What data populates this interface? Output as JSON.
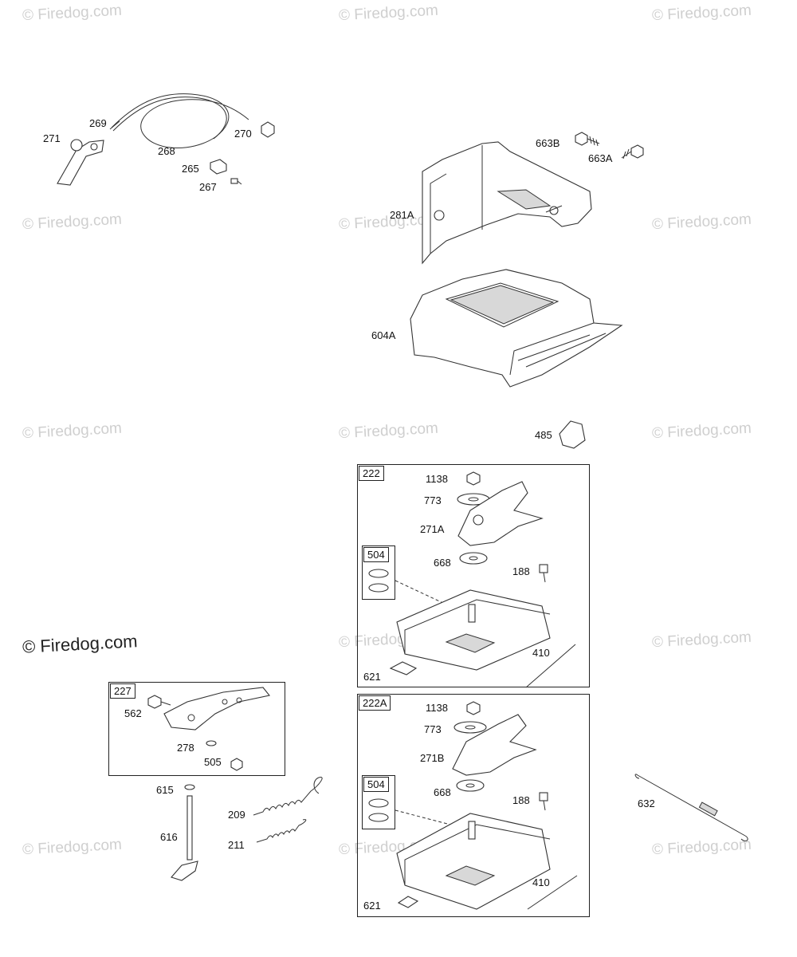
{
  "watermarks": {
    "text": "© Firedog.com",
    "main": "© Firedog.com"
  },
  "groups": {
    "g222": "222",
    "g222a": "222A",
    "g227": "227",
    "g504_top": "504",
    "g504_bottom": "504"
  },
  "labels": {
    "p271": "271",
    "p269": "269",
    "p268": "268",
    "p270": "270",
    "p265": "265",
    "p267": "267",
    "p663b": "663B",
    "p663a": "663A",
    "p281a": "281A",
    "p604a": "604A",
    "p485": "485",
    "p1138a": "1138",
    "p773a": "773",
    "p271a": "271A",
    "p668a": "668",
    "p188a": "188",
    "p410a": "410",
    "p621a": "621",
    "p562": "562",
    "p278": "278",
    "p505": "505",
    "p615": "615",
    "p616": "616",
    "p209": "209",
    "p211": "211",
    "p1138b": "1138",
    "p773b": "773",
    "p271b": "271B",
    "p668b": "668",
    "p188b": "188",
    "p410b": "410",
    "p621b": "621",
    "p632": "632"
  }
}
